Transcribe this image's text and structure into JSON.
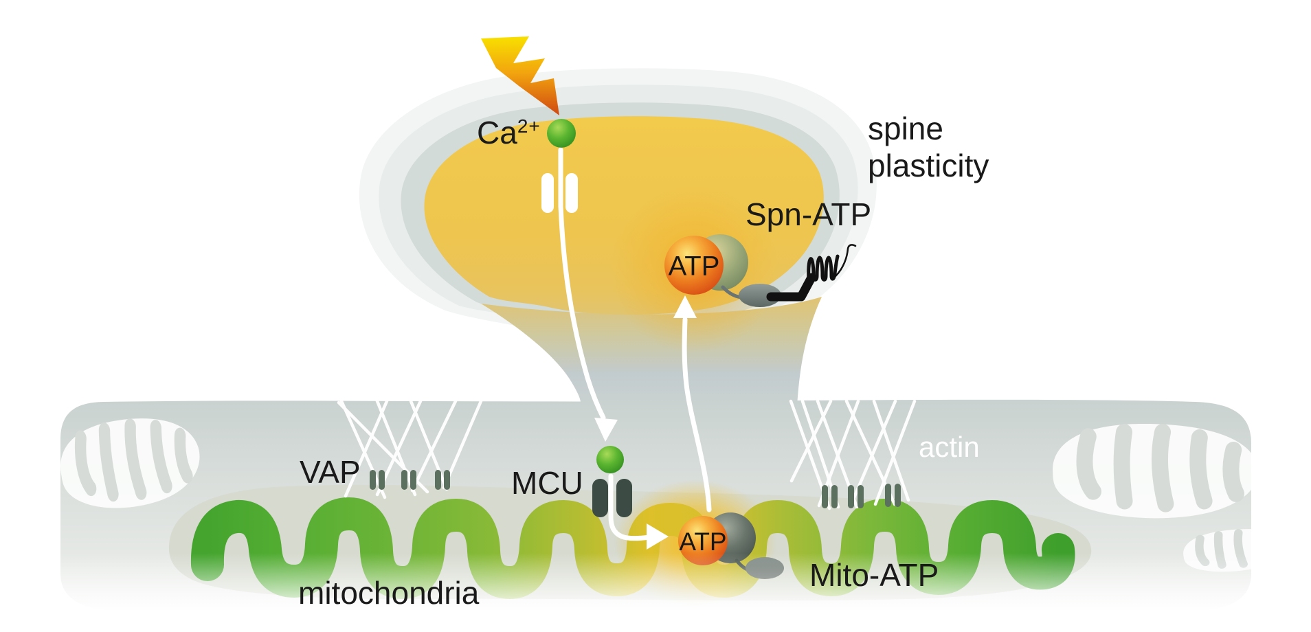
{
  "figure": {
    "type": "scientific-diagram",
    "subject": "Dendritic spine ATP signaling between mitochondria and spine head"
  },
  "labels": {
    "ca_base": "Ca",
    "ca_sup": "2+",
    "spine_plasticity": "spine\nplasticity",
    "spn_atp": "Spn-ATP",
    "atp_spine": "ATP",
    "atp_mito": "ATP",
    "vap": "VAP",
    "mcu": "MCU",
    "actin": "actin",
    "mito_atp": "Mito-ATP",
    "mitochondria": "mitochondria"
  },
  "icons": {
    "stimulus": "lightning-bolt-icon",
    "calcium": "calcium-ion-icon",
    "spine_channel": "membrane-channel-icon",
    "mcu": "mcu-channel-icon",
    "vap": "vap-tether-icon",
    "actin": "actin-filament-icon",
    "atp": "atp-sphere-icon",
    "sensor": "atp-sensor-icon",
    "mito": "mitochondria-icon"
  },
  "colors": {
    "background": "#ffffff",
    "spine_ring_outer": "#f2f5f3",
    "spine_ring_mid": "#e8edeb",
    "spine_ring_inner": "#d3dbd8",
    "spine_cytosol_yellow": "#efc64e",
    "dendrite_band_top": "#cbd3d1",
    "dendrite_band_bottom": "#eff1ee",
    "mito_envelope": "#d6dacf",
    "cristae_green": "#44a42e",
    "cristae_yellow": "#ddc02a",
    "atp_orange": "#ec7a1e",
    "calcium_green": "#5cb631",
    "bolt_yellow": "#f8e000",
    "bolt_red": "#cf4512",
    "channel_dark": "#3c4c44",
    "vap_bar": "#5c705f",
    "arrow_white": "#ffffff",
    "text_black": "#1a1a1a"
  }
}
